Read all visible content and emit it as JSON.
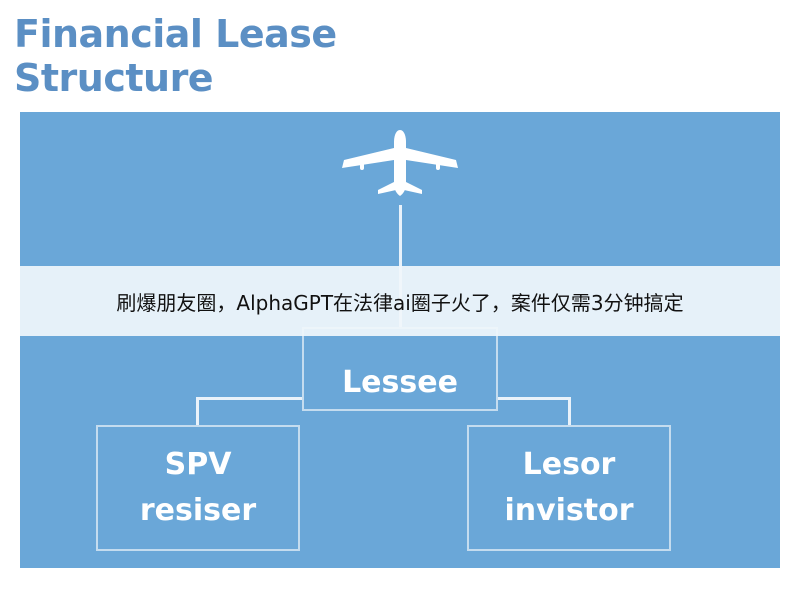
{
  "title": {
    "line1": "Financial Lease",
    "line2": "Structure"
  },
  "diagram": {
    "nodes": {
      "lessee": {
        "label": "Lessee"
      },
      "spv": {
        "line1": "SPV",
        "line2": "resiser"
      },
      "lesor": {
        "line1": "Lesor",
        "line2": "invistor"
      }
    },
    "icon": "airplane-icon",
    "colors": {
      "panel": "#6aa7d8",
      "title": "#5b8fc4",
      "box_border": "#c4dcef",
      "text": "#ffffff"
    }
  },
  "banner": {
    "text": "刷爆朋友圈，AlphaGPT在法律ai圈子火了，案件仅需3分钟搞定"
  }
}
